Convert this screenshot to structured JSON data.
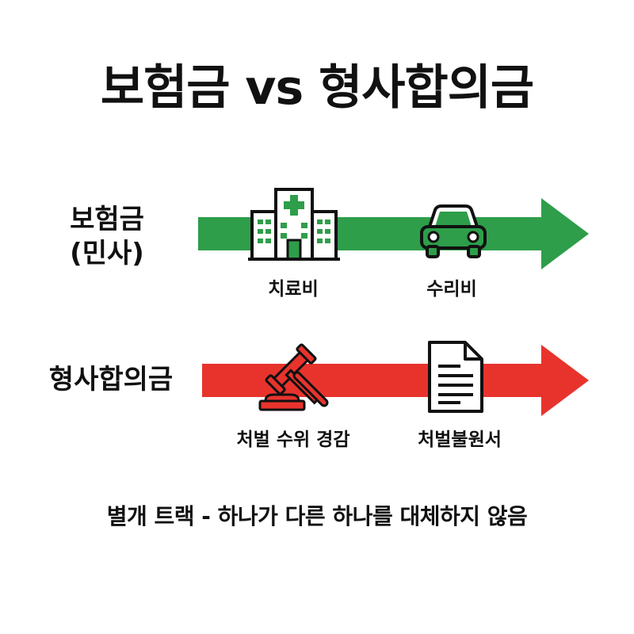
{
  "title": "보험금 vs 형사합의금",
  "tracks": [
    {
      "label_line1": "보험금",
      "label_line2": "(민사)",
      "color": "#2E9E4A",
      "items": [
        {
          "label": "치료비",
          "icon": "hospital-icon"
        },
        {
          "label": "수리비",
          "icon": "car-icon"
        }
      ]
    },
    {
      "label_line1": "형사합의금",
      "label_line2": "",
      "color": "#E8332D",
      "items": [
        {
          "label": "처벌 수위 경감",
          "icon": "gavel-icon"
        },
        {
          "label": "처벌불원서",
          "icon": "document-icon"
        }
      ]
    }
  ],
  "footer": "별개 트랙 - 하나가 다른 하나를 대체하지 않음"
}
